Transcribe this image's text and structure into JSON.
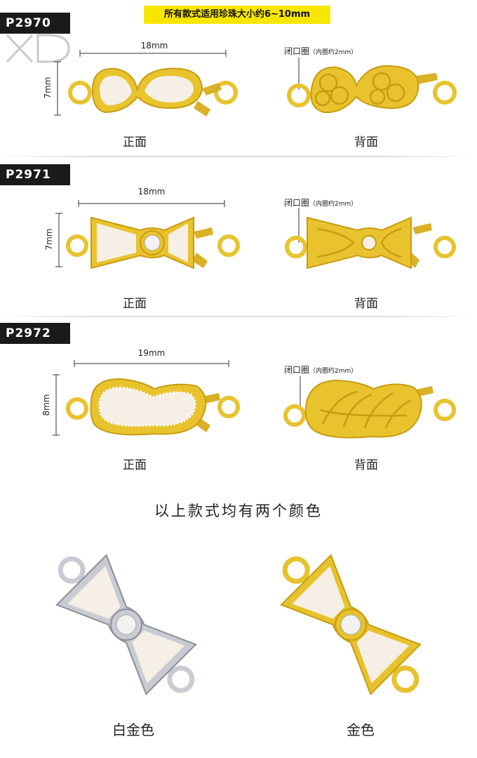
{
  "banner": "所有款式适用珍珠大小约6~10mm",
  "logo": "XD",
  "products": [
    {
      "code": "P2970",
      "width": "18mm",
      "height": "7mm",
      "front": "正面",
      "back": "背面",
      "ring": "闭口圈",
      "ring_note": "（内圈约2mm）"
    },
    {
      "code": "P2971",
      "width": "18mm",
      "height": "7mm",
      "front": "正面",
      "back": "背面",
      "ring": "闭口圈",
      "ring_note": "（内圈约2mm）"
    },
    {
      "code": "P2972",
      "width": "19mm",
      "height": "8mm",
      "front": "正面",
      "back": "背面",
      "ring": "闭口圈",
      "ring_note": "（内圈约2mm）"
    }
  ],
  "colors_title": "以上款式均有两个颜色",
  "colors": [
    {
      "label": "白金色",
      "metal": "#c8ccd2"
    },
    {
      "label": "金色",
      "metal": "#e6c22c"
    }
  ],
  "gold": "#e8c32e",
  "pearl": "#f6efe6"
}
